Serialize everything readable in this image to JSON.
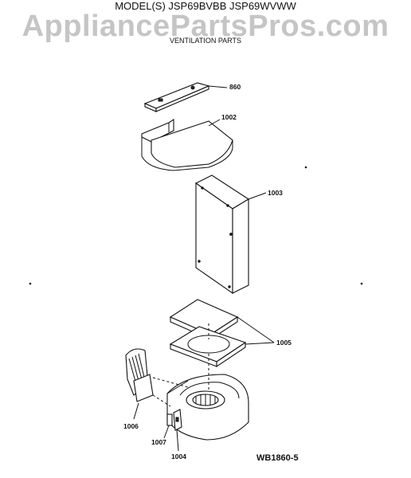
{
  "header": {
    "model": "MODEL(S) JSP69BVBB  JSP69WVWW",
    "watermark": "AppliancePartsPros.com",
    "subtitle": "VENTILATION PARTS"
  },
  "parts": {
    "p860": "860",
    "p1002": "1002",
    "p1003": "1003",
    "p1005": "1005",
    "p1006": "1006",
    "p1007": "1007",
    "p1004": "1004"
  },
  "diagram_code": "WB1860-5"
}
